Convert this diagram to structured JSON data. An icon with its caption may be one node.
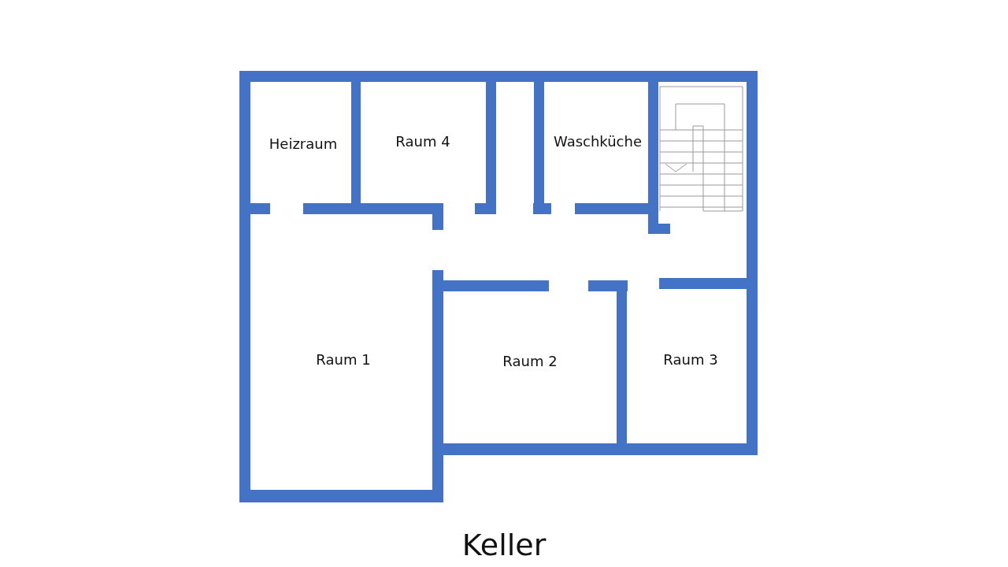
{
  "diagram": {
    "caption": "Keller",
    "labels": [
      "Heizraum",
      "Raum 4",
      "Waschküche",
      "Raum 1",
      "Raum 2",
      "Raum 3"
    ]
  }
}
